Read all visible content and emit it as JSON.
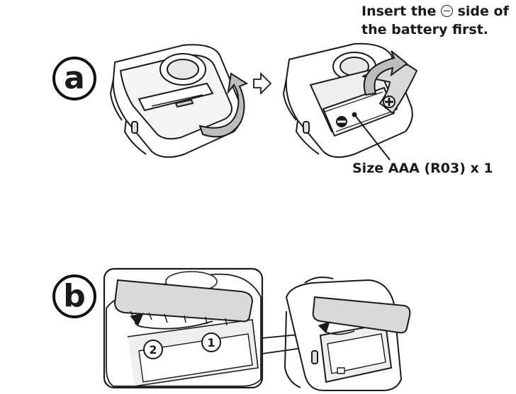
{
  "steps": {
    "a": {
      "badge": "a",
      "instruction_line1_prefix": "Insert the",
      "instruction_line1_suffix": "side of",
      "instruction_line2": "the battery first.",
      "battery_size_label": "Size AAA (R03) x 1",
      "minus_symbol_icon": "minus-circle-icon",
      "plus_terminal_icon": "plus-circle-icon"
    },
    "b": {
      "badge": "b",
      "callout_1": "1",
      "callout_2": "2"
    }
  },
  "colors": {
    "ink": "#1a1a1a",
    "device_fill": "#ffffff",
    "cover_fill": "#d9d9d9",
    "arrow_fill": "#bdbdbd"
  }
}
